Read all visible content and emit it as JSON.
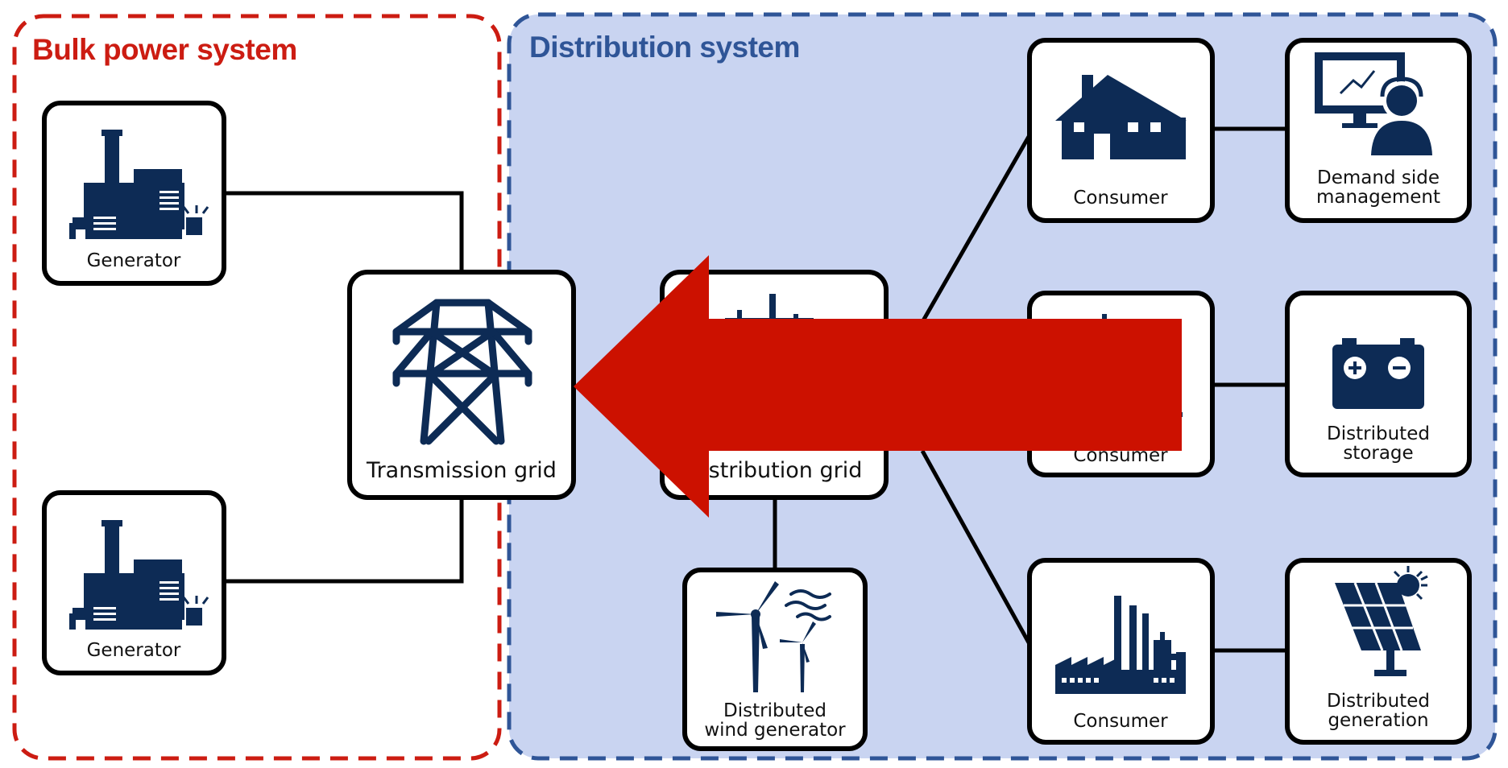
{
  "regions": {
    "bulk": {
      "title": "Bulk power system",
      "color": "#cc1c12"
    },
    "distribution": {
      "title": "Distribution system",
      "color": "#2f5597",
      "fill": "#c9d4f1"
    }
  },
  "nodes": {
    "generator_top": {
      "label": "Generator",
      "icon": "power-plant-icon"
    },
    "generator_bottom": {
      "label": "Generator",
      "icon": "power-plant-icon"
    },
    "transmission_grid": {
      "label": "Transmission grid",
      "icon": "transmission-tower-icon"
    },
    "distribution_grid": {
      "label": "Distribution grid",
      "visible_label": "stribution grid",
      "icon": "substation-icon"
    },
    "consumer_house": {
      "label": "Consumer",
      "icon": "house-icon"
    },
    "consumer_office": {
      "label": "Consumer",
      "visible_label": "Consumer",
      "icon": "building-icon"
    },
    "consumer_factory": {
      "label": "Consumer",
      "icon": "factory-icon"
    },
    "demand_side": {
      "label_line1": "Demand side",
      "label_line2": "management",
      "icon": "operator-monitor-icon"
    },
    "distributed_storage": {
      "label_line1": "Distributed",
      "label_line2": "storage",
      "icon": "battery-icon"
    },
    "distributed_generation": {
      "label_line1": "Distributed",
      "label_line2": "generation",
      "icon": "solar-panel-icon"
    },
    "distributed_wind": {
      "label_line1": "Distributed",
      "label_line2": "wind generator",
      "icon": "wind-turbine-icon"
    }
  },
  "arrow": {
    "direction": "left",
    "color": "#cc1100",
    "meaning": "reverse power flow"
  },
  "icon_color": "#0d2b55"
}
